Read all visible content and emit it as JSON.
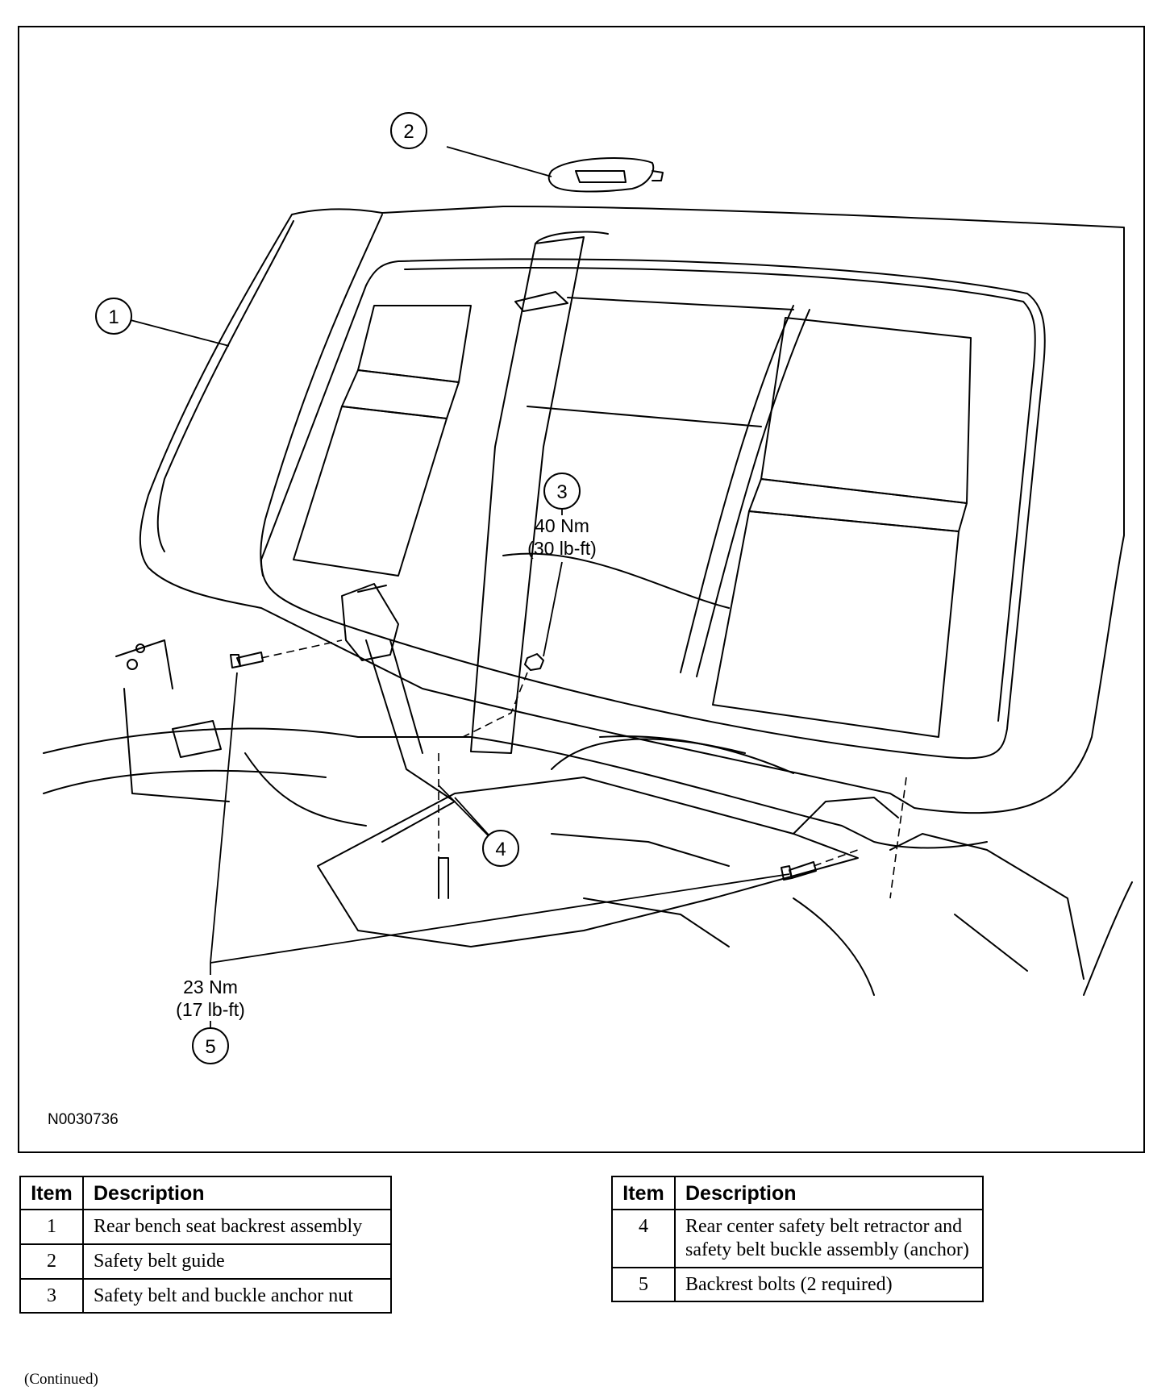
{
  "figure": {
    "id": "N0030736",
    "callouts": [
      {
        "number": "1"
      },
      {
        "number": "2"
      },
      {
        "number": "3",
        "torque_nm": "40 Nm",
        "torque_lbft": "(30 lb-ft)"
      },
      {
        "number": "4"
      },
      {
        "number": "5",
        "torque_nm": "23 Nm",
        "torque_lbft": "(17 lb-ft)"
      }
    ]
  },
  "legend_left": {
    "headers": {
      "item": "Item",
      "description": "Description"
    },
    "rows": [
      {
        "item": "1",
        "description": "Rear bench seat backrest assembly"
      },
      {
        "item": "2",
        "description": "Safety belt guide"
      },
      {
        "item": "3",
        "description": "Safety belt and buckle anchor nut"
      }
    ]
  },
  "legend_right": {
    "headers": {
      "item": "Item",
      "description": "Description"
    },
    "rows": [
      {
        "item": "4",
        "description": "Rear center safety belt retractor and safety belt buckle assembly (anchor)"
      },
      {
        "item": "5",
        "description": "Backrest bolts (2 required)"
      }
    ]
  },
  "footer": {
    "continued": "(Continued)"
  }
}
